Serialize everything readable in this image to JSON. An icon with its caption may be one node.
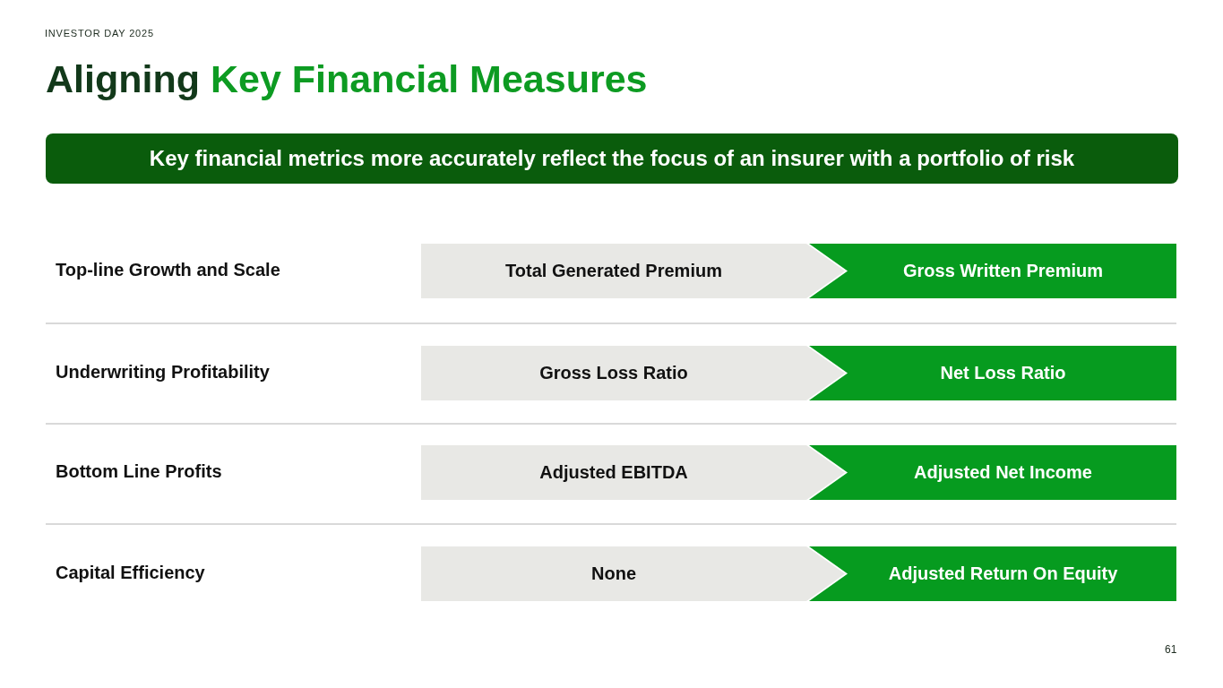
{
  "diagram": {
    "title": "Aligning Key Financial Measures",
    "nodes": [
      {
        "text": [
          "Key financial metrics more accurately reflect the focus of an insurer with a portfolio of risk"
        ]
      },
      {
        "text": [
          "Total Generated Premium"
        ]
      },
      {
        "text": [
          "Gross Written Premium"
        ]
      },
      {
        "text": [
          "Gross Loss Ratio"
        ]
      },
      {
        "text": [
          "Net Loss Ratio"
        ]
      },
      {
        "text": [
          "Adjusted EBITDA"
        ]
      },
      {
        "text": [
          "Adjusted Net Income"
        ]
      },
      {
        "text": [
          "None"
        ]
      },
      {
        "text": [
          "Adjusted Return On Equity"
        ]
      }
    ],
    "labels": [
      "INVESTOR DAY 2025",
      "Top-line Growth and Scale",
      "Underwriting Profitability",
      "Bottom Line Profits",
      "Capital Efficiency",
      "61"
    ]
  }
}
